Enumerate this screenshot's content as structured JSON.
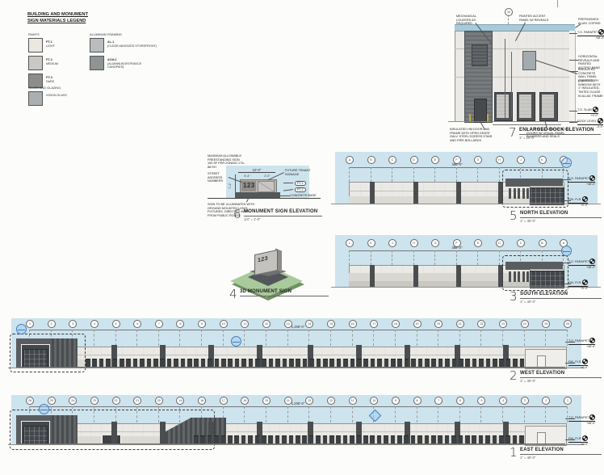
{
  "legend": {
    "title_line1": "BUILDING AND MONUMENT",
    "title_line2": "SIGN MATERIALS LEGEND",
    "groups": [
      {
        "heading": "PAINTS",
        "items": [
          {
            "tag": "PT-1",
            "label": "LIGHT",
            "color": "#eae8e1"
          },
          {
            "tag": "PT-2",
            "label": "MEDIUM",
            "color": "#c9c8c4"
          },
          {
            "tag": "PT-3",
            "label": "DARK",
            "color": "#8d8d8b"
          }
        ]
      },
      {
        "heading": "ALUMINUM FRAMING",
        "items": [
          {
            "tag": "AL-1",
            "label": "(CLEAR ANODIZED STOREFRONT)",
            "color": "#b9bdbd"
          },
          {
            "tag": "ACM-1",
            "label": "(ALUMINUM ENTRANCE CANOPIES)",
            "color": "#8f9393"
          }
        ]
      },
      {
        "heading": "GLASS AND GLAZING",
        "items": [
          {
            "tag": "",
            "label": "VISION GLASS",
            "color": "#aaafb1",
            "hatch": true
          }
        ]
      }
    ]
  },
  "views": {
    "dock": {
      "number": "7",
      "title": "ENLARGED DOCK ELEVATION",
      "scale": "1\" = 10'-0\"",
      "grid_bubble": "10",
      "callouts_left": [
        "MECHANICAL LOUVERS AS REQUIRED",
        "PAINTED ACCENT PANEL W/ REVEALS"
      ],
      "callouts_right": [
        "PREFINISHED ALUM. COPING",
        "HORIZONTAL REVEALS AND PAINTED ACCENT BAND",
        "INSULATED CONCRETE WALL PANEL (PAINTED)",
        "CLERESTORY WINDOW WITH 1\" INSULATED, TINTED GLASS IN ALUM. FRAME"
      ],
      "callouts_bottom": [
        "INSULATED HM DOOR AND FRAME WITH OPEN GRATE GALV. STEEL EGRESS STAIR AND PIPE BOLLARDS",
        "9' X 10' INSULATED OH DOCK DOORS W/ VISUAL PANEL, BUMPERS AND SEALS"
      ],
      "datums": [
        {
          "label": "T.O. PARAPET",
          "value": "+48'-0\""
        },
        {
          "label": "T.O. SLAB",
          "value": "+0'-0\""
        },
        {
          "label": "DOCK LEVEL",
          "value": "-4'-0\""
        }
      ]
    },
    "monument": {
      "number": "6",
      "title": "MONUMENT SIGN ELEVATION",
      "scale": "1/4\" = 1'-0\"",
      "sign_number": "123",
      "callouts": {
        "max_area": "MAXIMUM ALLOWABLE FREESTANDING SIGN 150 SF PER ZONING 17A-88 RH",
        "street_numbers": "STREET ADDRESS NUMBERS",
        "tenant": "FUTURE TENANT SIGNAGE",
        "base": "CONCRETE BASE",
        "illumination": "SIGN TO BE ILLUMINATED WITH GROUND MOUNTED LIGHT FIXTURES, DIRECTED AWAY FROM PUBLIC ROADS"
      },
      "dims": {
        "overall": "10'-0\"",
        "left": "5'-4\"",
        "right": "2'-0\"",
        "height": "7'-2\""
      },
      "tags": [
        "PT-1",
        "PT-2"
      ]
    },
    "north": {
      "number": "5",
      "title": "NORTH ELEVATION",
      "scale": "1\" = 40'-0\"",
      "overall_dim": "388'-0\"",
      "grid_labels": [
        "A",
        "B",
        "C",
        "D",
        "E",
        "F",
        "G",
        "H",
        "J",
        "K",
        "L"
      ],
      "datums": [
        {
          "label": "T.O. PARAPET",
          "value": "+48'-0\""
        },
        {
          "label": "FIN. FLR.",
          "value": "+0'-0\""
        }
      ]
    },
    "monument3d": {
      "number": "4",
      "title": "3D MONUMENT SIGN",
      "sign_number": "123"
    },
    "south": {
      "number": "3",
      "title": "SOUTH ELEVATION",
      "scale": "1\" = 40'-0\"",
      "overall_dim": "388'-0\"",
      "grid_labels": [
        "L",
        "K",
        "J",
        "H",
        "G",
        "F",
        "E",
        "D",
        "C",
        "B",
        "A"
      ],
      "datums": [
        {
          "label": "T.O. PARAPET",
          "value": "+48'-0\""
        },
        {
          "label": "FIN. FLR.",
          "value": "+0'-0\""
        }
      ]
    },
    "west": {
      "number": "2",
      "title": "WEST ELEVATION",
      "scale": "1\" = 40'-0\"",
      "overall_dim": "1,208'-0\"",
      "grid_labels": [
        "1",
        "2",
        "3",
        "4",
        "5",
        "6",
        "7",
        "8",
        "9",
        "10",
        "11",
        "12",
        "13",
        "14",
        "15",
        "16",
        "17",
        "18",
        "19",
        "20",
        "21",
        "22",
        "23",
        "24",
        "25",
        "26"
      ],
      "datums": [
        {
          "label": "T.O. PARAPET",
          "value": "+48'-0\""
        },
        {
          "label": "FIN. FLR.",
          "value": "+0'-0\""
        }
      ]
    },
    "east": {
      "number": "1",
      "title": "EAST ELEVATION",
      "scale": "1\" = 40'-0\"",
      "overall_dim": "1,208'-0\"",
      "grid_labels": [
        "26",
        "25",
        "24",
        "23",
        "22",
        "21",
        "20",
        "19",
        "18",
        "17",
        "16",
        "15",
        "14",
        "13",
        "12",
        "11",
        "10",
        "9",
        "8",
        "7",
        "6",
        "5",
        "4",
        "3",
        "2",
        "1"
      ],
      "datums": [
        {
          "label": "T.O. PARAPET",
          "value": "+48'-0\""
        },
        {
          "label": "FIN. FLR.",
          "value": "+0'-0\""
        }
      ]
    }
  },
  "colors": {
    "sky": "#cde3ed",
    "wall_light": "#ebe9e5",
    "wall_dark": "#5a5d5f",
    "accent_blue_marker": "#3f7ec6",
    "grass_green": "#a9ca9b",
    "bollard_yellow": "#c8a83c"
  }
}
